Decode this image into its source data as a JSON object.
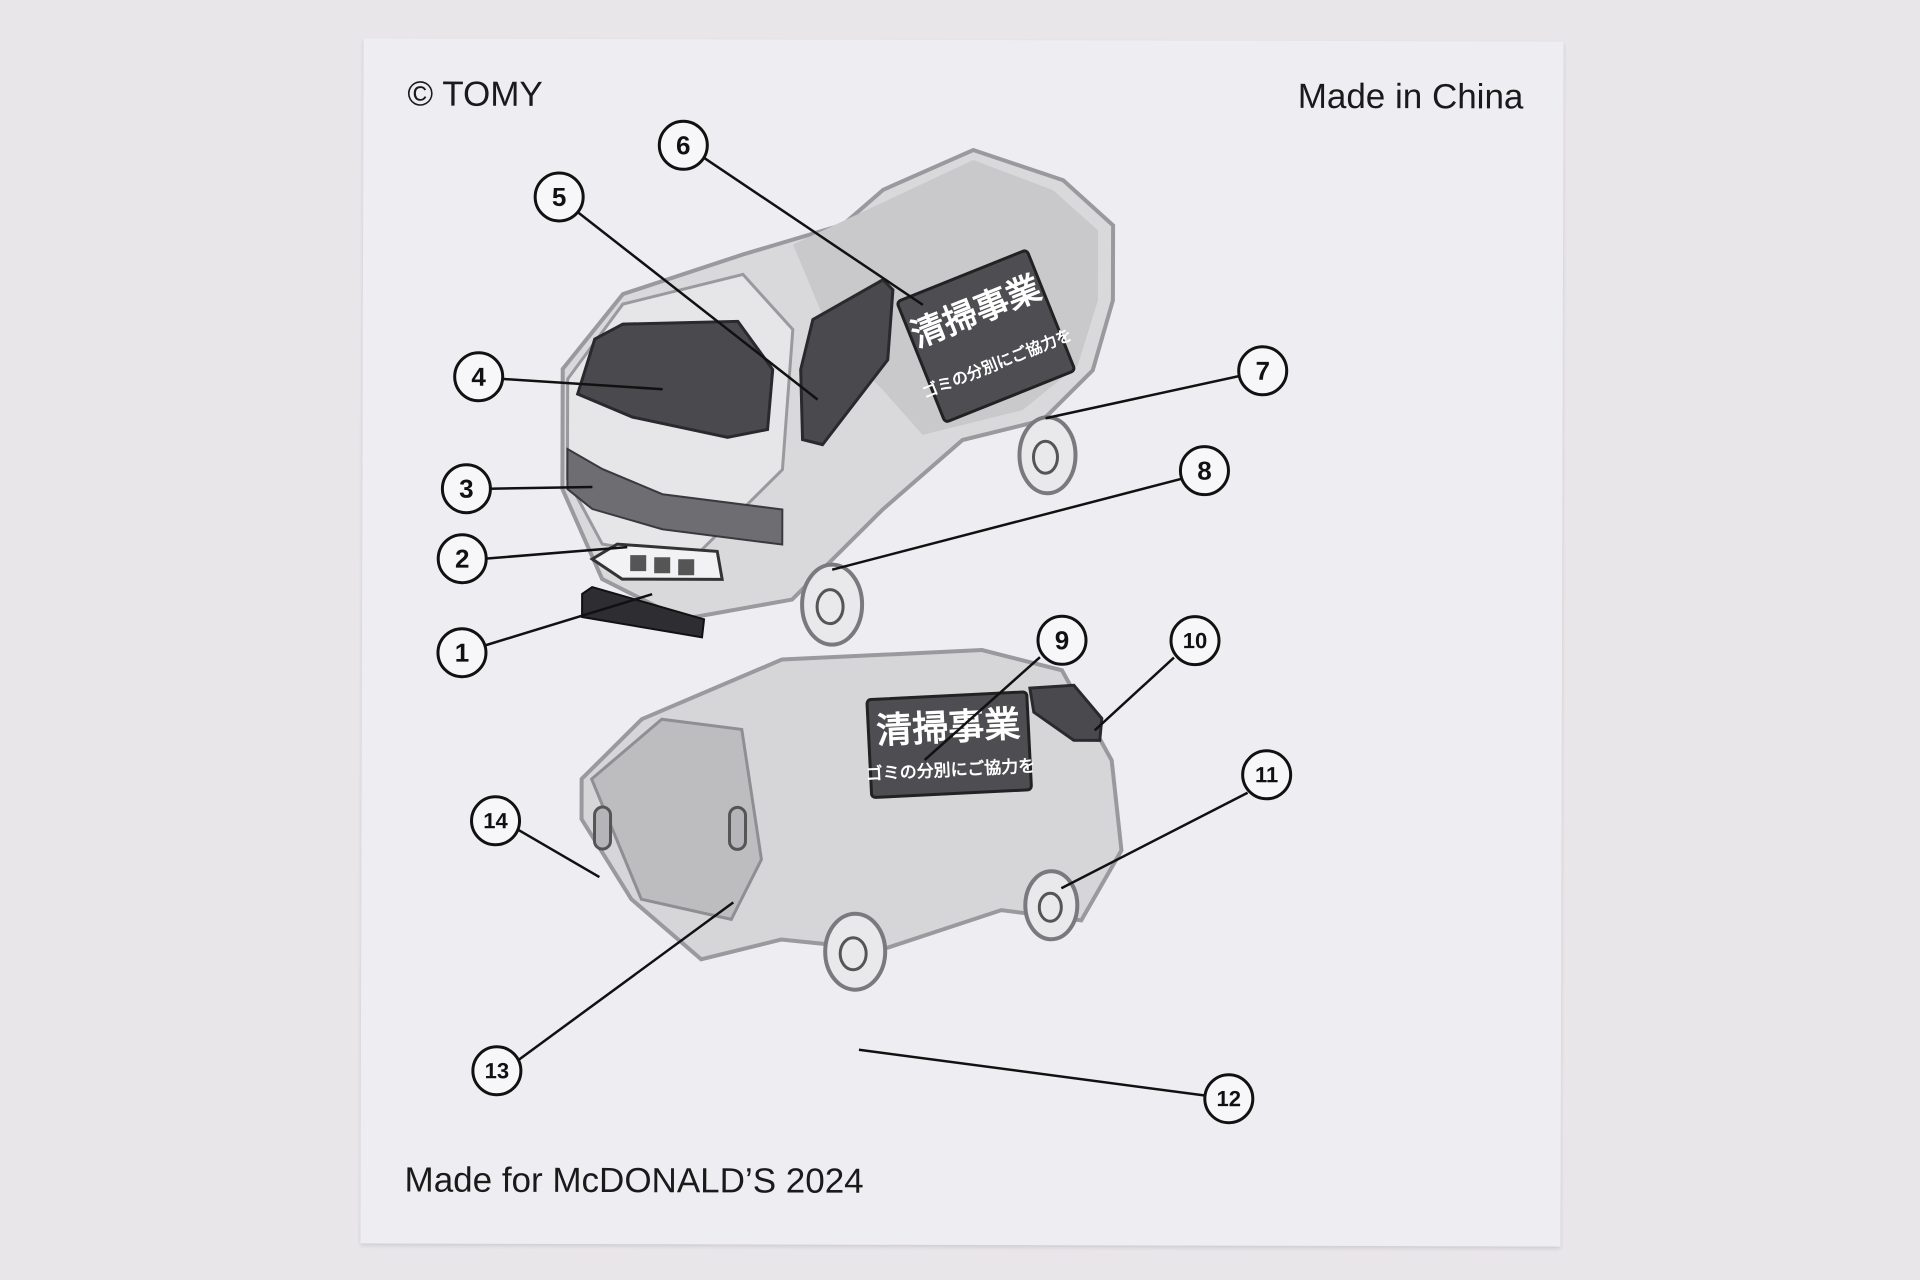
{
  "sheet": {
    "copyright": "© TOMY",
    "origin": "Made in China",
    "made_for": "Made for McDONALD’S 2024"
  },
  "truck_front": {
    "sign_title": "清掃事業",
    "sign_subtitle": "ゴミの分別にご協力を",
    "callouts": [
      "1",
      "2",
      "3",
      "4",
      "5",
      "6",
      "7",
      "8"
    ]
  },
  "truck_rear": {
    "sign_title": "清掃事業",
    "sign_subtitle": "ゴミの分別にご協力を",
    "callouts": [
      "9",
      "10",
      "11",
      "12",
      "13",
      "14"
    ]
  },
  "colors": {
    "paper": "#eeedf1",
    "body_fill": "#d9d9dc",
    "dark_part": "#4a4a4e",
    "outline": "#8f8f93"
  }
}
